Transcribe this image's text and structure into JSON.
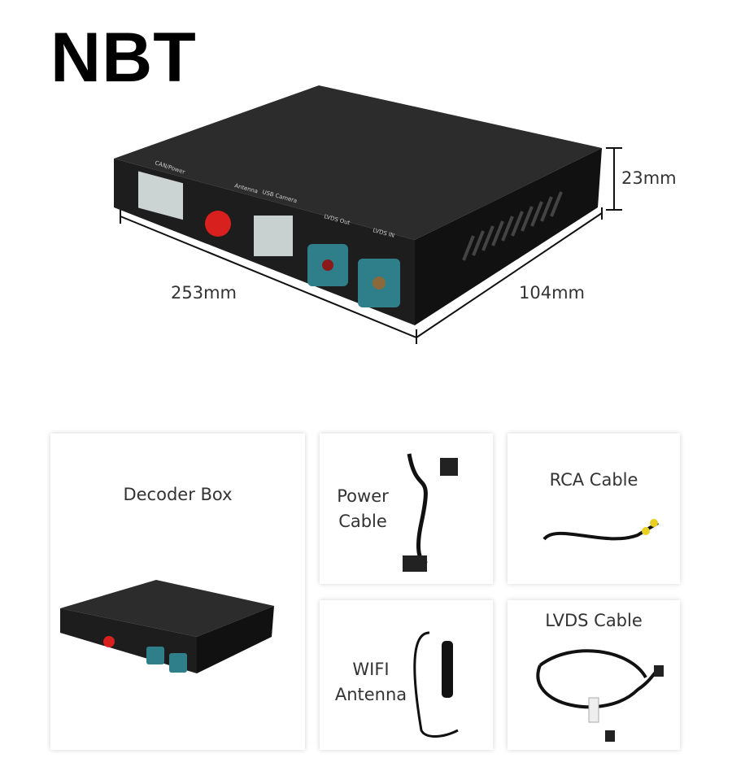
{
  "title": "NBT",
  "dimensions": {
    "length": "253mm",
    "width": "104mm",
    "height": "23mm"
  },
  "box_ports": {
    "can_power": "CAN/Power",
    "antenna": "Antenna",
    "usb_camera": "USB Camera",
    "lvds_out": "LVDS Out",
    "lvds_in": "LVDS IN"
  },
  "items": [
    {
      "label": "Decoder Box"
    },
    {
      "label_line1": "Power",
      "label_line2": "Cable"
    },
    {
      "label": "RCA Cable"
    },
    {
      "label_line1": "WIFI",
      "label_line2": "Antenna"
    },
    {
      "label": "LVDS Cable"
    }
  ],
  "colors": {
    "box": "#2a2a2a",
    "connector": "#2f7f8a",
    "antenna_cap": "#d8201f"
  }
}
